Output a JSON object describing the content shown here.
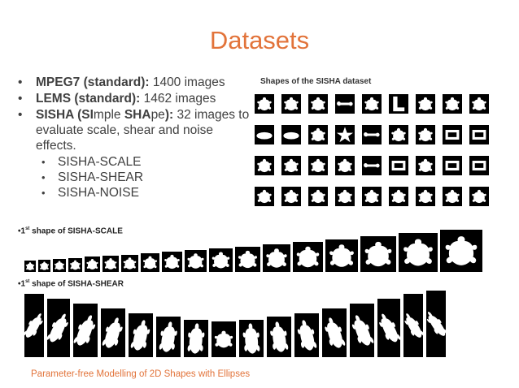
{
  "slide": {
    "title": "Datasets",
    "bullets": [
      {
        "bold": "MPEG7 (standard):",
        "rest": " 1400 images"
      },
      {
        "bold": "LEMS (standard):",
        "rest": " 1462 images"
      }
    ],
    "sisha": {
      "b1": "SISHA (SI",
      "n1": "mple ",
      "b2": "SHA",
      "n2": "pe",
      "b3": "):",
      "rest": " 32 images to evaluate scale, shear and noise effects."
    },
    "sub_bullets": [
      "SISHA-SCALE",
      "SISHA-SHEAR",
      "SISHA-NOISE"
    ],
    "grid_title": "Shapes of the SISHA dataset",
    "scale_label": {
      "prefix": "•1",
      "sup": "st",
      "rest": " shape of SISHA-SCALE"
    },
    "shear_label": {
      "prefix": "•1",
      "sup": "st",
      "rest": " shape of SISHA-SHEAR"
    },
    "footer": "Parameter-free Modelling of 2D Shapes with Ellipses"
  },
  "colors": {
    "accent": "#e2733a",
    "text": "#404040",
    "shape_bg": "#000000",
    "shape_fg": "#ffffff"
  },
  "icons": [
    "turtle-shape",
    "star-shape",
    "person-shape",
    "bone-shape",
    "heart-shape",
    "flower-shape"
  ]
}
